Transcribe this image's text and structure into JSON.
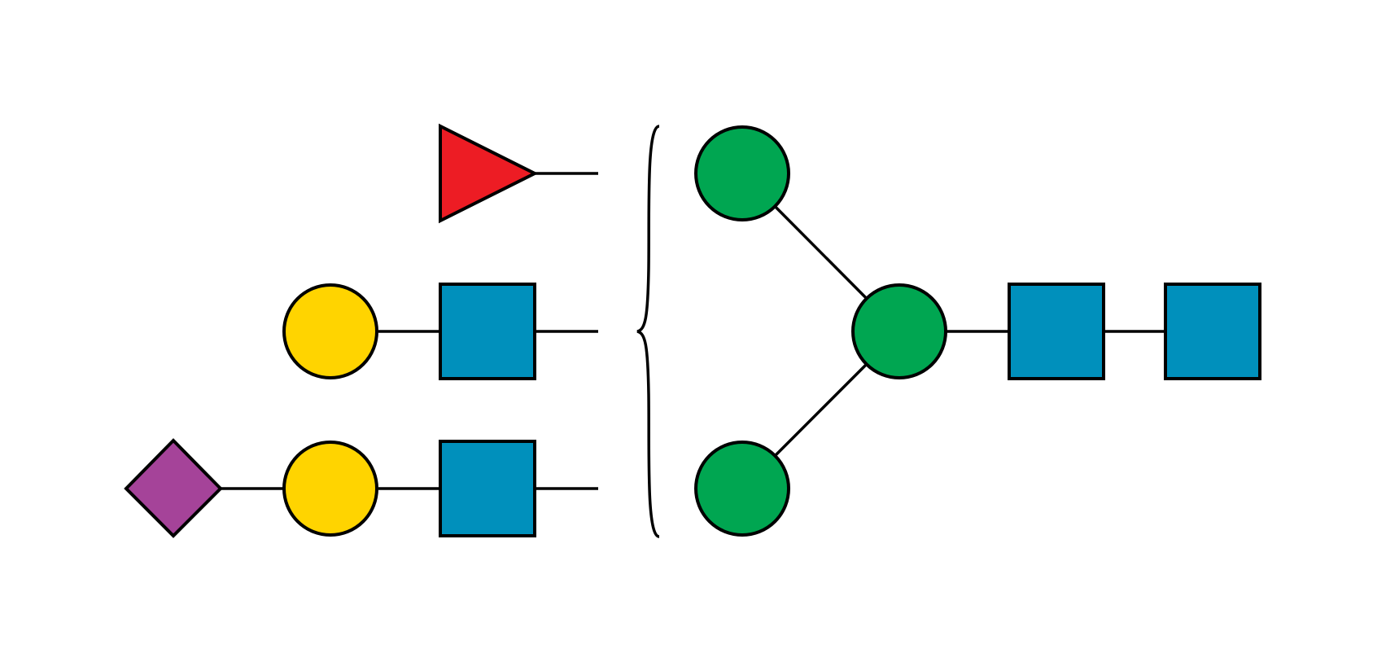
{
  "colors": {
    "background": "#ffffff",
    "outline": "#000000",
    "blue_square": "#0090bc",
    "green_circle": "#00a651",
    "yellow_circle": "#ffd400",
    "red_triangle": "#ed1c24",
    "purple_diamond": "#a54399"
  },
  "antennae": [
    {
      "symbols": [
        "red-triangle"
      ]
    },
    {
      "symbols": [
        "yellow-circle",
        "blue-square"
      ]
    },
    {
      "symbols": [
        "purple-diamond",
        "yellow-circle",
        "blue-square"
      ]
    }
  ],
  "core": {
    "symbols": [
      "green-circle",
      "green-circle",
      "green-circle",
      "blue-square",
      "blue-square"
    ]
  }
}
